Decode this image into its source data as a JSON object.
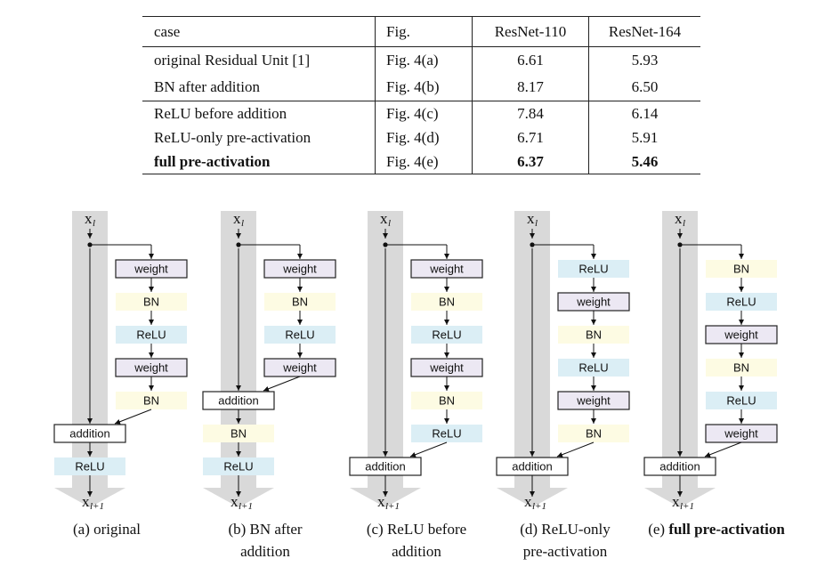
{
  "table": {
    "headers": [
      "case",
      "Fig.",
      "ResNet-110",
      "ResNet-164"
    ],
    "rows": [
      {
        "case": "original Residual Unit [1]",
        "fig": "Fig. 4(a)",
        "r110": "6.61",
        "r164": "5.93"
      },
      {
        "case": "BN after addition",
        "fig": "Fig. 4(b)",
        "r110": "8.17",
        "r164": "6.50"
      },
      {
        "case": "ReLU before addition",
        "fig": "Fig. 4(c)",
        "r110": "7.84",
        "r164": "6.14"
      },
      {
        "case": "ReLU-only pre-activation",
        "fig": "Fig. 4(d)",
        "r110": "6.71",
        "r164": "5.91"
      },
      {
        "case": "full pre-activation",
        "fig": "Fig. 4(e)",
        "r110": "6.37",
        "r164": "5.46"
      }
    ]
  },
  "diagrams": [
    {
      "id": "a",
      "path": [
        "weight",
        "BN",
        "ReLU",
        "weight",
        "BN"
      ],
      "post": [
        "addition",
        "ReLU"
      ],
      "caption": [
        "(a) original"
      ]
    },
    {
      "id": "b",
      "path": [
        "weight",
        "BN",
        "ReLU",
        "weight"
      ],
      "post": [
        "addition",
        "BN",
        "ReLU"
      ],
      "caption": [
        "(b) BN after",
        "addition"
      ]
    },
    {
      "id": "c",
      "path": [
        "weight",
        "BN",
        "ReLU",
        "weight",
        "BN",
        "ReLU"
      ],
      "post": [
        "addition"
      ],
      "caption": [
        "(c) ReLU before",
        "addition"
      ]
    },
    {
      "id": "d",
      "path": [
        "ReLU",
        "weight",
        "BN",
        "ReLU",
        "weight",
        "BN"
      ],
      "post": [
        "addition"
      ],
      "caption": [
        "(d) ReLU-only",
        "pre-activation"
      ]
    },
    {
      "id": "e",
      "path": [
        "BN",
        "ReLU",
        "weight",
        "BN",
        "ReLU",
        "weight"
      ],
      "post": [
        "addition"
      ],
      "caption_prefix": "(e) ",
      "caption_bold": "full pre-activation"
    }
  ],
  "labels": {
    "x_in": "x",
    "x_in_sub": "l",
    "x_out": "x",
    "x_out_sub": "l+1"
  },
  "colors": {
    "weight_fill": "#ece8f3",
    "bn_fill": "#fdfbe3",
    "relu_fill": "#dbeef5",
    "addition_fill": "#ffffff",
    "shortcut_band": "#d9d9d9"
  }
}
